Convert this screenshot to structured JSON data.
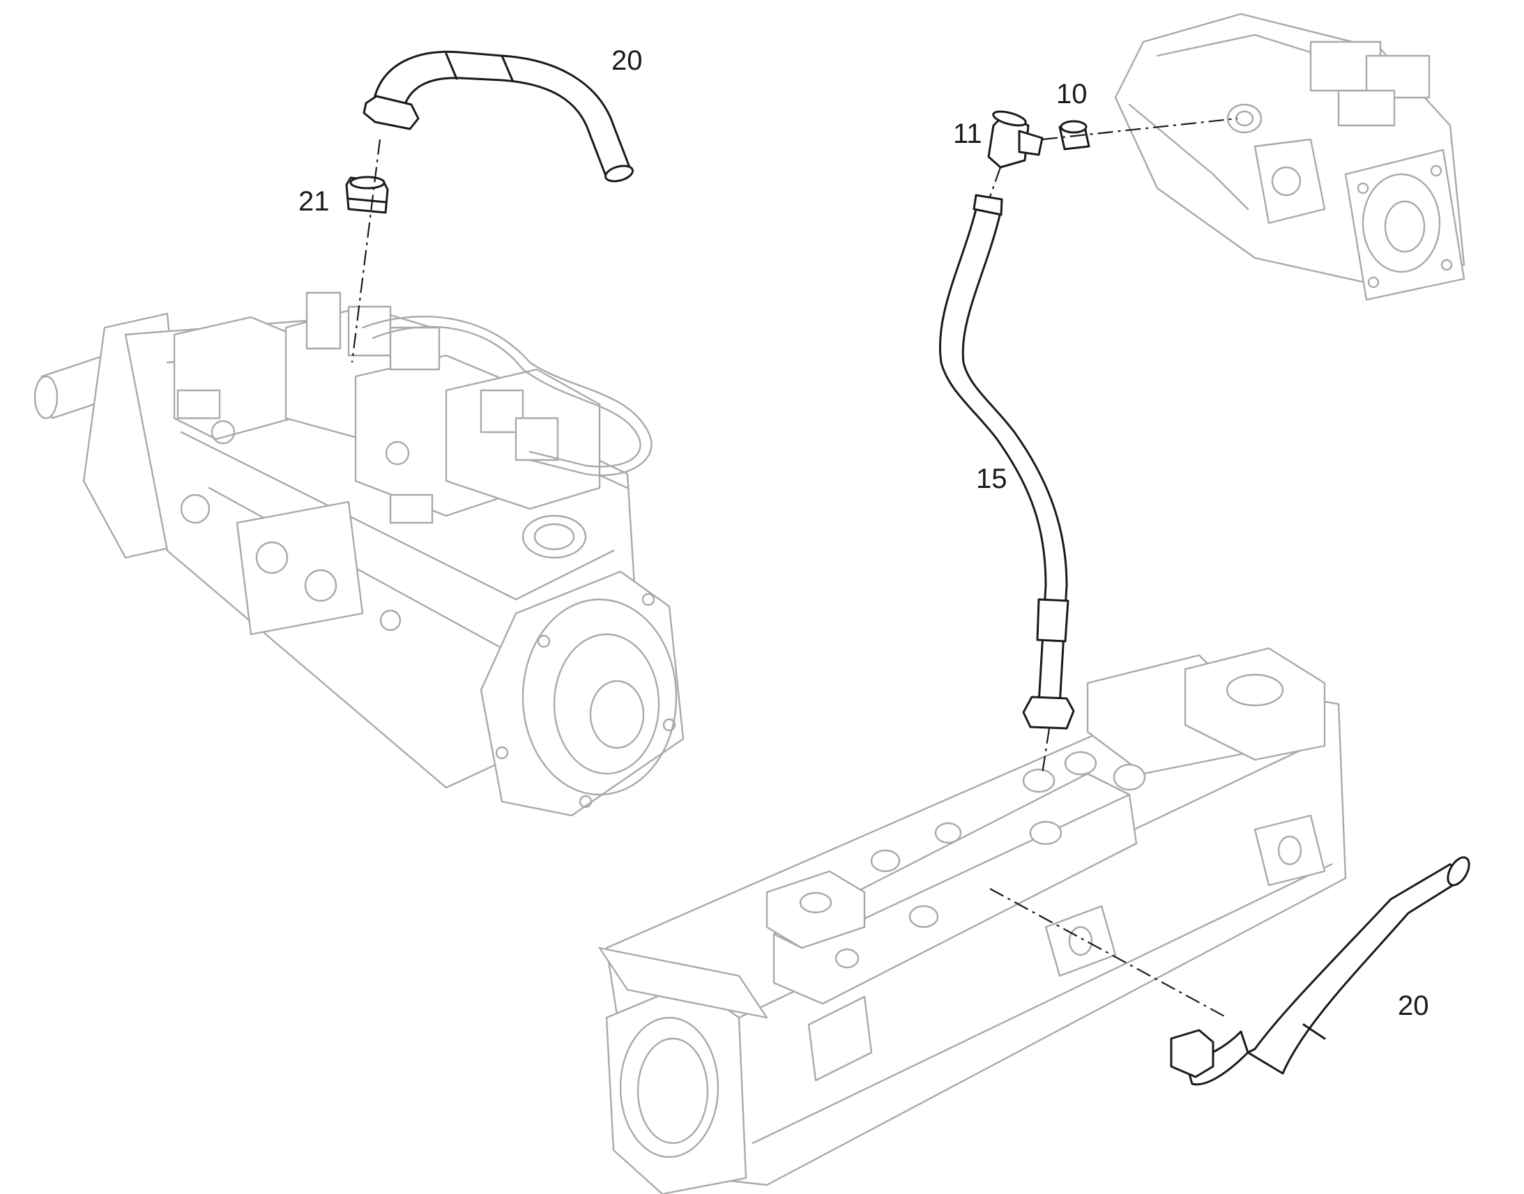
{
  "callouts": {
    "hose_top_left": "20",
    "fitting_21": "21",
    "fitting_11": "11",
    "plug_10": "10",
    "hose_15": "15",
    "hose_bottom_right": "20"
  },
  "colors": {
    "highlight_parts": "#1a1a1a",
    "context_parts": "#a9a9a9",
    "background": "#ffffff"
  }
}
